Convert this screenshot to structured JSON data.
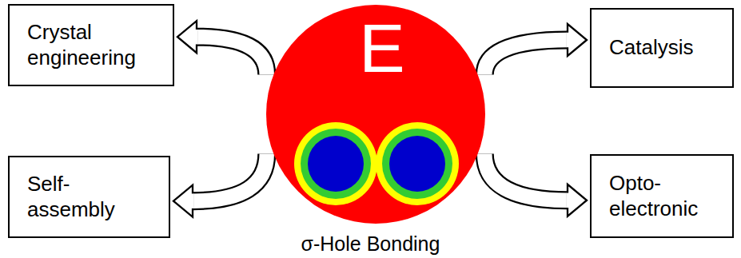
{
  "diagram": {
    "caption": "σ-Hole Bonding",
    "nodes": [
      {
        "text": [
          "Crystal engineering"
        ]
      },
      {
        "text": [
          "E"
        ]
      },
      {
        "text": [
          "Catalysis"
        ]
      },
      {
        "text": [
          "Self- assembly"
        ]
      },
      {
        "text": [
          "Opto- electronic"
        ]
      }
    ],
    "edges": [
      {
        "from": 1,
        "to": 0,
        "arrow": "to"
      },
      {
        "from": 1,
        "to": 2,
        "arrow": "to"
      },
      {
        "from": 1,
        "to": 3,
        "arrow": "to"
      },
      {
        "from": 1,
        "to": 4,
        "arrow": "to"
      }
    ]
  }
}
